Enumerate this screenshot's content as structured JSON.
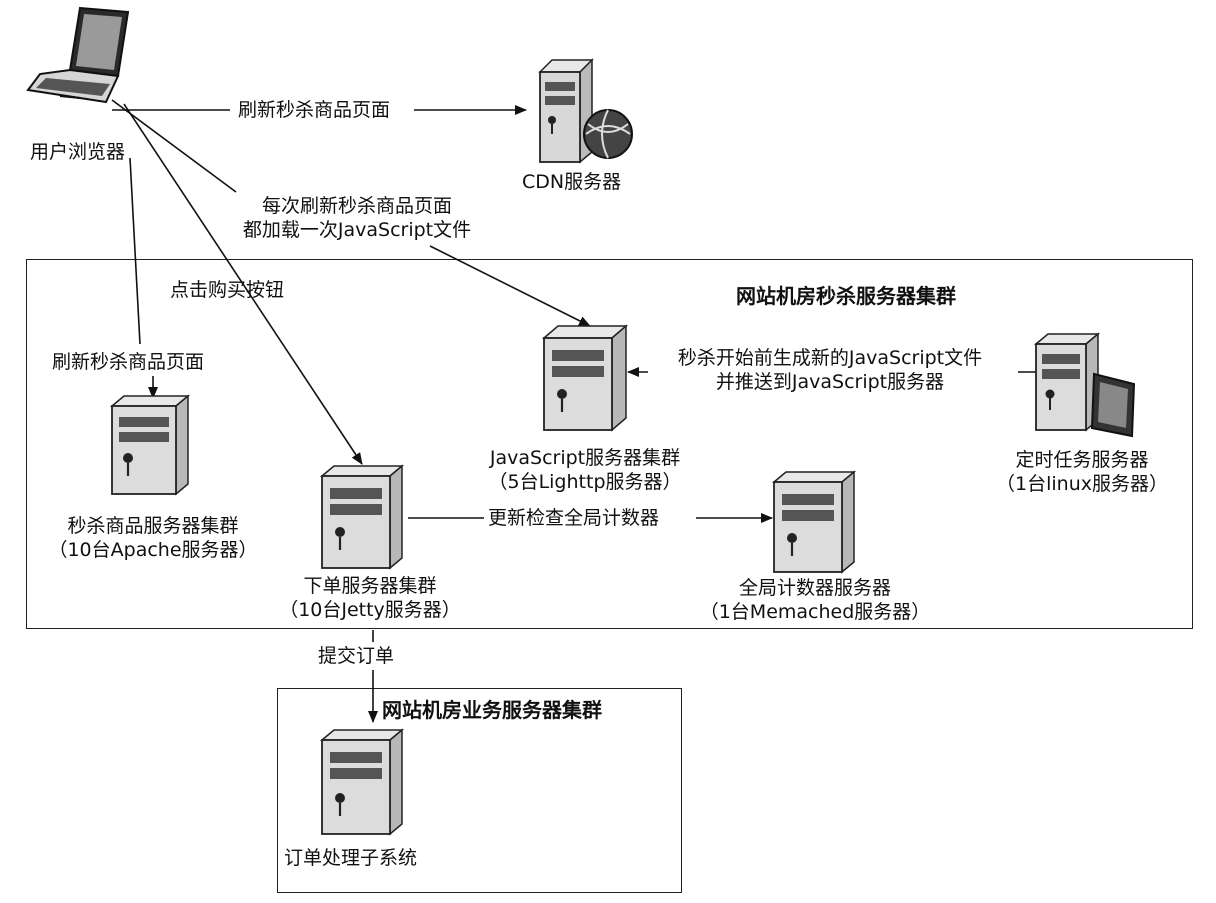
{
  "nodes": {
    "browser": {
      "label": "用户浏览器"
    },
    "cdn": {
      "label": "CDN服务器"
    },
    "js_cluster": {
      "label_line1": "JavaScript服务器集群",
      "label_line2": "（5台Lighttp服务器）"
    },
    "timer": {
      "label_line1": "定时任务服务器",
      "label_line2": "（1台linux服务器）"
    },
    "seckill_cluster": {
      "label_line1": "秒杀商品服务器集群",
      "label_line2": "（10台Apache服务器）"
    },
    "order_cluster": {
      "label_line1": "下单服务器集群",
      "label_line2": "（10台Jetty服务器）"
    },
    "counter": {
      "label_line1": "全局计数器服务器",
      "label_line2": "（1台Memached服务器）"
    },
    "order_system": {
      "label": "订单处理子系统"
    }
  },
  "groups": {
    "seckill_room": {
      "title": "网站机房秒杀服务器集群"
    },
    "business_room": {
      "title": "网站机房业务服务器集群"
    }
  },
  "edges": {
    "browser_cdn": "刷新秒杀商品页面",
    "browser_js_line1": "每次刷新秒杀商品页面",
    "browser_js_line2": "都加载一次JavaScript文件",
    "browser_order": "点击购买按钮",
    "browser_seckill": "刷新秒杀商品页面",
    "timer_js_line1": "秒杀开始前生成新的JavaScript文件",
    "timer_js_line2": "并推送到JavaScript服务器",
    "order_counter": "更新检查全局计数器",
    "order_submit": "提交订单"
  }
}
